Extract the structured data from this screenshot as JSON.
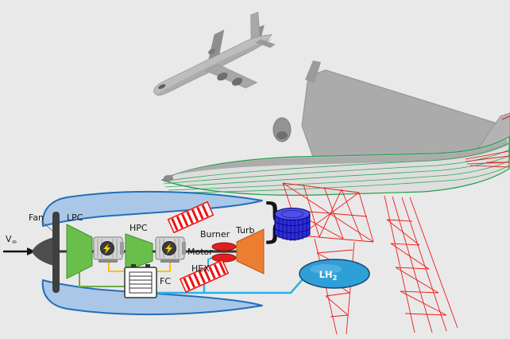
{
  "figure": {
    "background": "#e9e9e9",
    "schematic": {
      "labels": {
        "fan": "Fan",
        "v": "V",
        "v_sub": "∞",
        "lpc": "LPC",
        "hpc": "HPC",
        "motor": "Motor",
        "burner": "Burner",
        "turb": "Turb",
        "fc": "FC",
        "hex": "HEX",
        "brace": "}"
      },
      "colors": {
        "nacelle_fill": "#aac7e8",
        "nacelle_stroke": "#2170b8",
        "compressor": "#6abf4b",
        "turbine": "#ed7d31",
        "burner": "#e02020",
        "hex_stripe": "#ee1111",
        "power_line": "#ffc000",
        "bleed_line": "#70ad47",
        "fuel_line": "#2bb1e8"
      }
    },
    "tank": {
      "label": "LH",
      "label_sub": "2",
      "fill": "#2f9fd8"
    },
    "battery": {
      "fill": "#2d2dd6"
    },
    "aircraft": {
      "body_gray": "#bdbdbd",
      "wireframe_green": "#1fa04a",
      "wireframe_red": "#ee1111"
    }
  }
}
